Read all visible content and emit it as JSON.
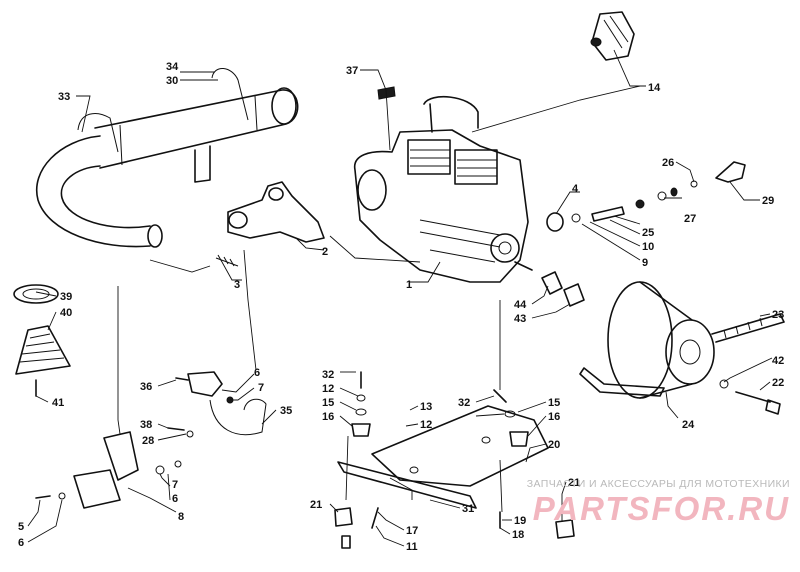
{
  "diagram": {
    "part_numbers": [
      "1",
      "2",
      "3",
      "4",
      "5",
      "6",
      "7",
      "8",
      "9",
      "10",
      "11",
      "12",
      "13",
      "14",
      "15",
      "16",
      "17",
      "18",
      "19",
      "20",
      "21",
      "22",
      "23",
      "24",
      "25",
      "26",
      "27",
      "28",
      "29",
      "30",
      "31",
      "32",
      "33",
      "34",
      "35",
      "36",
      "37",
      "38",
      "39",
      "40",
      "41",
      "42",
      "43",
      "44"
    ]
  },
  "labels": {
    "l1": "1",
    "l2": "2",
    "l3": "3",
    "l4": "4",
    "l5": "5",
    "l6a": "6",
    "l6b": "6",
    "l6c": "6",
    "l7a": "7",
    "l7b": "7",
    "l8": "8",
    "l9": "9",
    "l10": "10",
    "l11": "11",
    "l12a": "12",
    "l12b": "12",
    "l13": "13",
    "l14": "14",
    "l15a": "15",
    "l15b": "15",
    "l16a": "16",
    "l16b": "16",
    "l17": "17",
    "l18": "18",
    "l19": "19",
    "l20": "20",
    "l21a": "21",
    "l21b": "21",
    "l22": "22",
    "l23": "23",
    "l24": "24",
    "l25": "25",
    "l26": "26",
    "l27": "27",
    "l28": "28",
    "l29": "29",
    "l30": "30",
    "l31": "31",
    "l32a": "32",
    "l32b": "32",
    "l33": "33",
    "l34": "34",
    "l35": "35",
    "l36": "36",
    "l37": "37",
    "l38": "38",
    "l39": "39",
    "l40": "40",
    "l41": "41",
    "l42": "42",
    "l43": "43",
    "l44": "44"
  },
  "watermark": {
    "tagline": "ЗАПЧАСТИ И АКСЕССУАРЫ ДЛЯ МОТОТЕХНИКИ",
    "brand": "PARTSFOR.RU"
  }
}
